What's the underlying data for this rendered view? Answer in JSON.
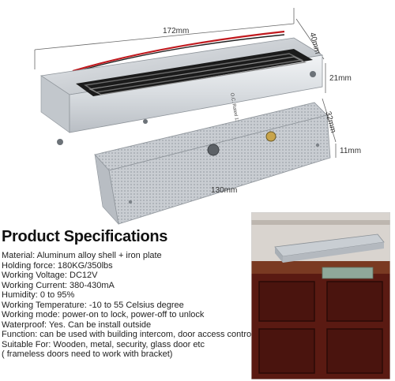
{
  "dimensions": {
    "length_top": "172mm",
    "depth_top": "40mm",
    "height_top": "21mm",
    "depth_plate": "32mm",
    "height_plate": "11mm",
    "length_plate": "130mm"
  },
  "lock_label": "O.C. Rated 12",
  "title": "Product Specifications",
  "specs": [
    "Material: Aluminum alloy shell + iron plate",
    "Holding force: 180KG/350lbs",
    "Working Voltage: DC12V",
    "Working Current: 380-430mA",
    "Humidity: 0 to 95%",
    "Working Temperature: -10 to 55 Celsius degree",
    "Working mode: power-on to lock, power-off to unlock",
    "Waterproof: Yes. Can be install outside",
    "Function: can be used with building intercom, door access control system",
    "Suitable For: Wooden, metal, security, glass door etc",
    "( frameless doors need to work with bracket)"
  ],
  "colors": {
    "aluminum": "#d9dde2",
    "core": "#1b1b1b",
    "wire_red": "#c0191e",
    "door_wood": "#5a1a12"
  }
}
